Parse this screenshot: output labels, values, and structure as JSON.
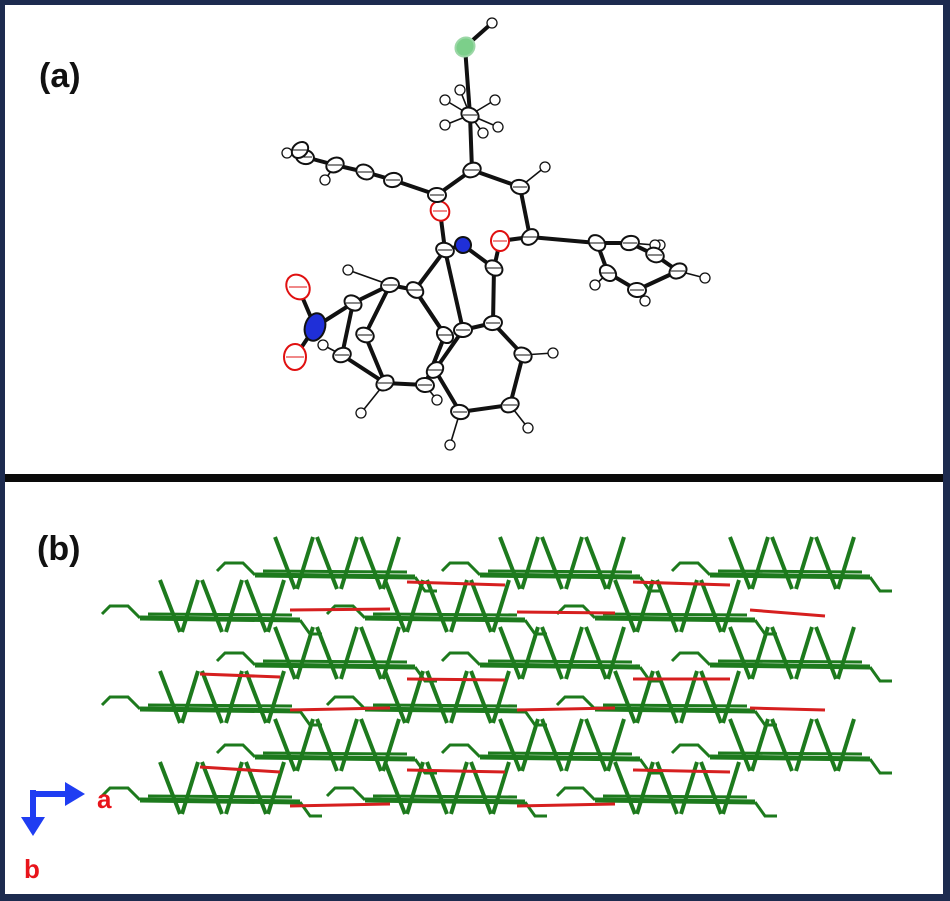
{
  "panels": [
    {
      "label": "(a)"
    },
    {
      "label": "(b)"
    }
  ],
  "axes": {
    "a_label": "a",
    "b_label": "b",
    "arrow_color": "#1f3df2",
    "label_color": "#e8141b"
  },
  "colors": {
    "border": "#1d2b4f",
    "divider": "#0a0a0a",
    "packing_molecule": "#1d7a1d",
    "packing_stack": "#d61f1f",
    "oxygen": "#e01010",
    "nitrogen": "#1f2fd8",
    "halogen": "#7ccf8a"
  }
}
